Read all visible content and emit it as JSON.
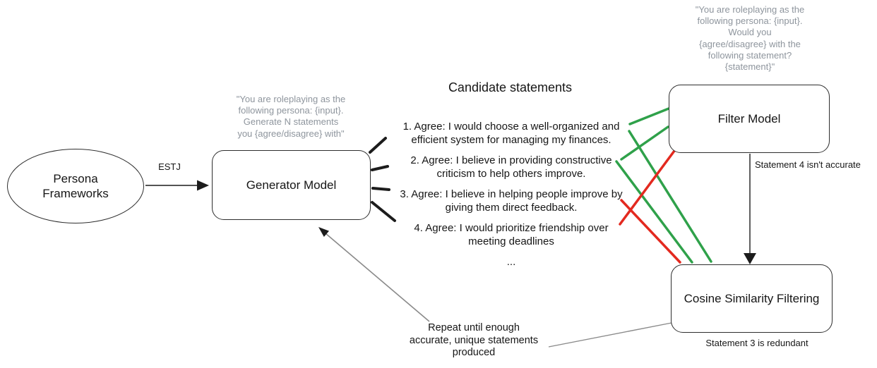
{
  "colors": {
    "accept_green": "#2fa14a",
    "reject_red": "#e3291f",
    "prompt_gray": "#8e959d",
    "connector_gray": "#8a8a8a",
    "ink": "#1c1c1c"
  },
  "nodes": {
    "persona_frameworks": {
      "label": "Persona\nFrameworks"
    },
    "generator_model": {
      "label": "Generator Model",
      "prompt": "\"You are roleplaying as the\nfollowing persona: {input}.\nGenerate N statements\nyou {agree/disagree} with\""
    },
    "filter_model": {
      "label": "Filter Model",
      "prompt": "\"You are roleplaying as the\nfollowing persona: {input}.\nWould you\n{agree/disagree} with the\nfollowing statement?\n{statement}\""
    },
    "cosine_similarity_filtering": {
      "label": "Cosine Similarity Filtering"
    }
  },
  "statements": {
    "title": "Candidate statements",
    "items": [
      "1. Agree: I would choose a well-organized and\nefficient system for managing my finances.",
      "2. Agree: I believe in providing constructive\ncriticism to help others improve.",
      "3. Agree: I believe in helping people improve by\ngiving them direct feedback.",
      "4. Agree: I would prioritize friendship over\nmeeting deadlines"
    ],
    "ellipsis": "..."
  },
  "labels": {
    "estj": "ESTJ",
    "statement4_note": "Statement 4 isn't accurate",
    "statement3_note": "Statement 3 is redundant",
    "repeat_note": "Repeat until enough\naccurate, unique statements\nproduced"
  }
}
